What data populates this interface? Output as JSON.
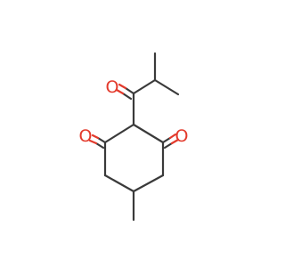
{
  "molecule": {
    "atoms": [
      {
        "symbol": "O",
        "color": "#e33a2c"
      },
      {
        "symbol": "O",
        "color": "#e33a2c"
      },
      {
        "symbol": "O",
        "color": "#e33a2c"
      }
    ],
    "bond_color": "#3a3a3a",
    "oxygen_bond_color": "#e33a2c",
    "background": "#ffffff"
  }
}
